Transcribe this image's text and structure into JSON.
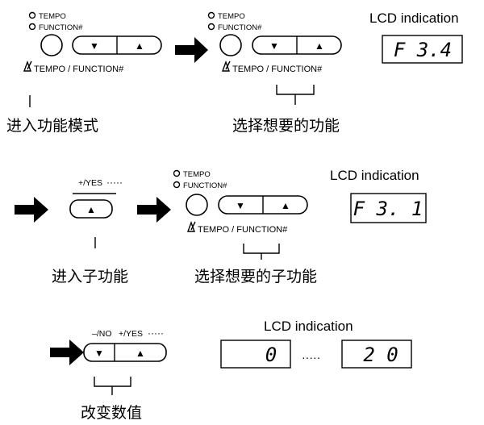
{
  "row1": {
    "panel_a": {
      "led1": "TEMPO",
      "led2": "FUNCTION#",
      "under_label": "TEMPO / FUNCTION#",
      "down_glyph": "▼",
      "up_glyph": "▲"
    },
    "panel_b": {
      "led1": "TEMPO",
      "led2": "FUNCTION#",
      "under_label": "TEMPO / FUNCTION#",
      "down_glyph": "▼",
      "up_glyph": "▲"
    },
    "lcd_title": "LCD indication",
    "lcd_text": "F 3.4",
    "caption_left": "进入功能模式",
    "caption_right": "选择想要的功能"
  },
  "row2": {
    "yes_label": "+/YES",
    "yes_dots": "·····",
    "yes_glyph": "▲",
    "panel": {
      "led1": "TEMPO",
      "led2": "FUNCTION#",
      "under_label": "TEMPO / FUNCTION#",
      "down_glyph": "▼",
      "up_glyph": "▲"
    },
    "lcd_title": "LCD indication",
    "lcd_text": "F 3. 1",
    "caption_left": "进入子功能",
    "caption_right": "选择想要的子功能"
  },
  "row3": {
    "no_label": "–/NO",
    "yes_label": "+/YES",
    "dots": "·····",
    "down_glyph": "▼",
    "up_glyph": "▲",
    "lcd_title": "LCD indication",
    "lcd_left": "0",
    "lcd_dots": "·····",
    "lcd_right": "2 0",
    "caption": "改变数值"
  },
  "icons": {
    "arrow": "right-arrow-icon",
    "metronome": "metronome-icon",
    "led": "led-indicator-icon"
  }
}
